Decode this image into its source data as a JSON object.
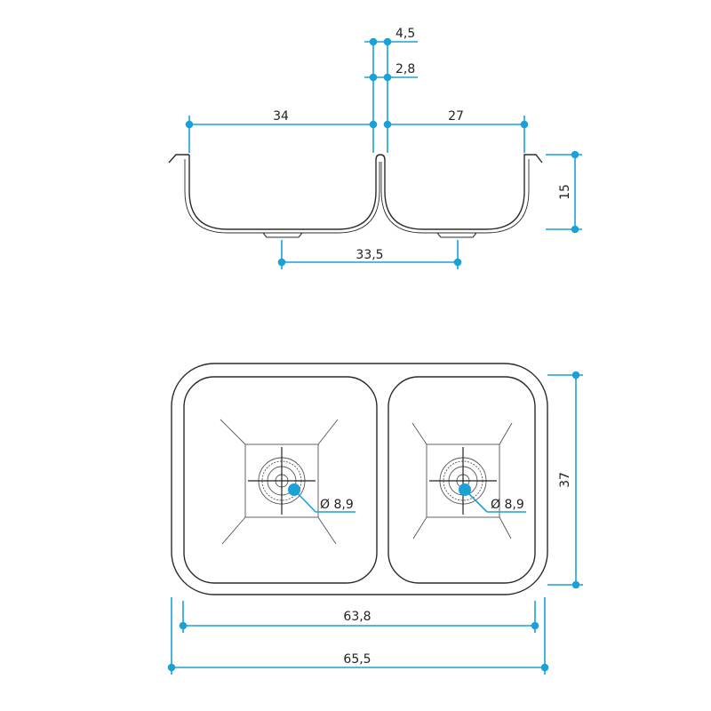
{
  "dimensions": {
    "top_rim_thickness": "4,5",
    "top_divider_thickness": "2,8",
    "left_bowl_width": "34",
    "right_bowl_width": "27",
    "bowl_depth": "15",
    "drain_spacing": "33,5",
    "sink_depth_overall": "37",
    "bowls_inner_width": "63,8",
    "sink_overall_width": "65,5",
    "left_drain_diameter": "Ø 8,9",
    "right_drain_diameter": "Ø 8,9"
  },
  "colors": {
    "dimension_line": "#1ba0d8",
    "outline": "#2b2b2b",
    "detail": "#555555"
  }
}
